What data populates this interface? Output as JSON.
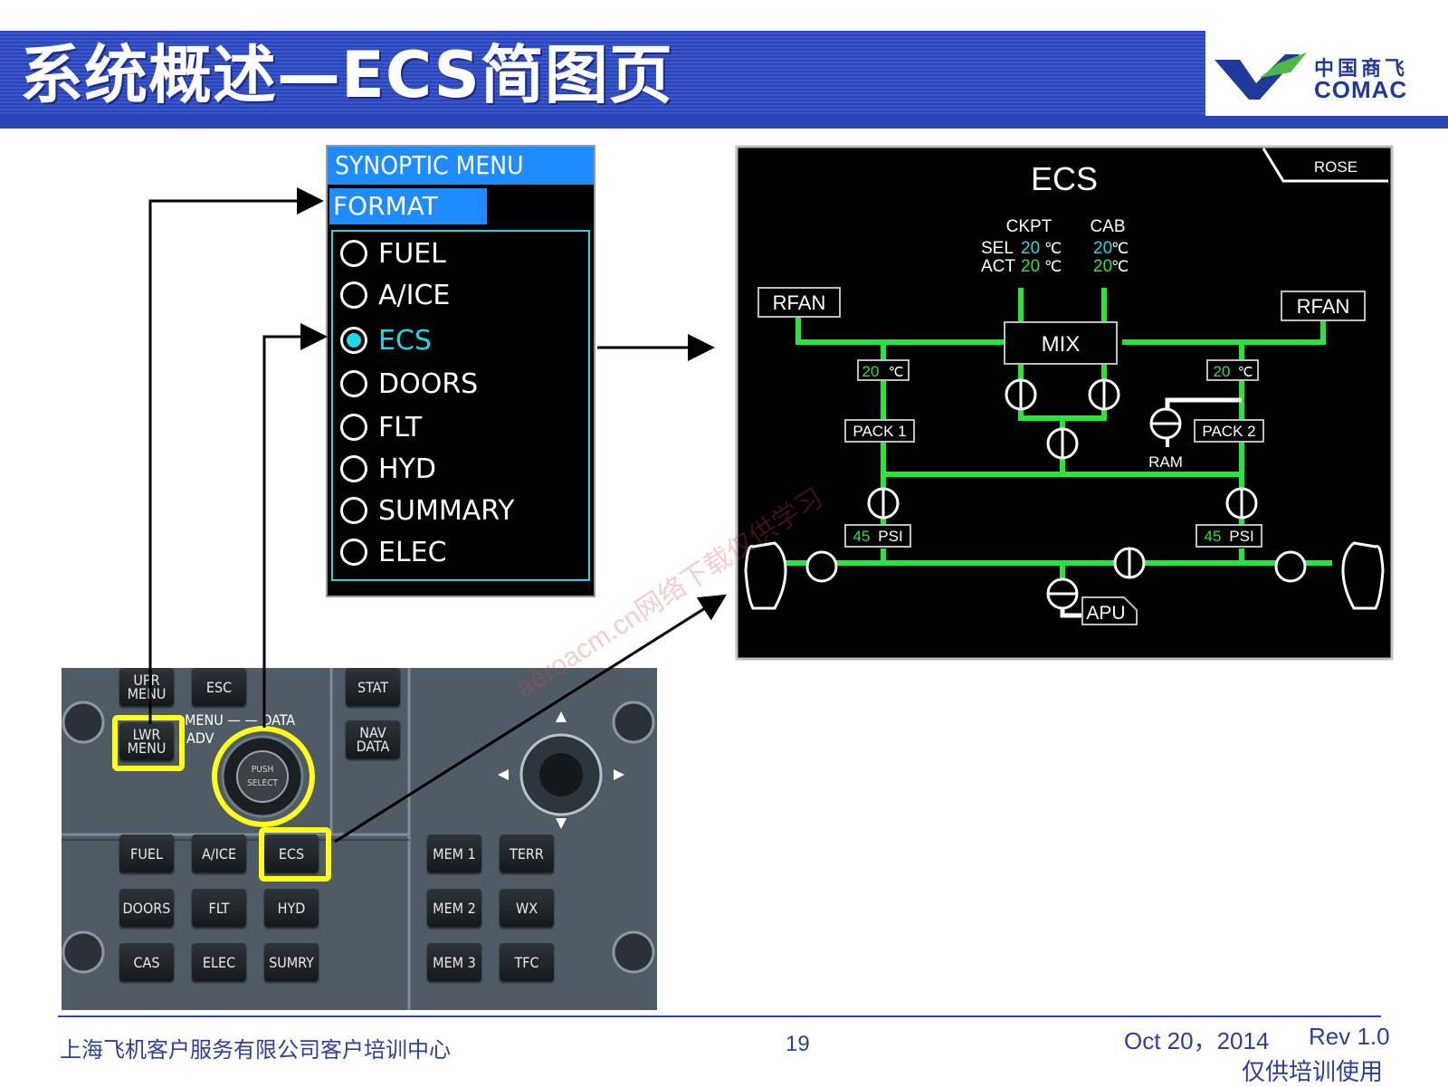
{
  "header": {
    "title": "系统概述—ECS简图页",
    "logo_cn": "中国商飞",
    "logo_en": "COMAC"
  },
  "menu": {
    "title": "SYNOPTIC  MENU",
    "format": "FORMAT",
    "items": [
      {
        "label": "FUEL",
        "selected": false
      },
      {
        "label": "A/ICE",
        "selected": false
      },
      {
        "label": "ECS",
        "selected": true
      },
      {
        "label": "DOORS",
        "selected": false
      },
      {
        "label": "FLT",
        "selected": false
      },
      {
        "label": "HYD",
        "selected": false
      },
      {
        "label": "SUMMARY",
        "selected": false
      },
      {
        "label": "ELEC",
        "selected": false
      }
    ]
  },
  "ecs": {
    "title": "ECS",
    "rose": "ROSE",
    "ckpt": "CKPT",
    "cab": "CAB",
    "sel": "SEL",
    "act": "ACT",
    "ckpt_sel": "20",
    "ckpt_act": "20",
    "cab_sel": "20",
    "cab_act": "20",
    "unit": "℃",
    "rfan_left": "RFAN",
    "rfan_right": "RFAN",
    "mix": "MIX",
    "pack1": "PACK 1",
    "pack2": "PACK 2",
    "pack1_temp": "20",
    "pack2_temp": "20",
    "ram": "RAM",
    "psi_left": "45",
    "psi_right": "45",
    "psi_unit": "PSI",
    "apu": "APU",
    "colors": {
      "line": "#22e83a",
      "cyan": "#1ed9e6",
      "bg": "#000000"
    }
  },
  "panel": {
    "upr_menu": "UPR MENU",
    "esc": "ESC",
    "lwr_menu": "LWR MENU",
    "menu_adv": "MENU — — DATA",
    "adv": "ADV",
    "knob": "PUSH SELECT",
    "stat": "STAT",
    "nav_data": "NAV DATA",
    "fuel": "FUEL",
    "aice": "A/ICE",
    "ecs": "ECS",
    "doors": "DOORS",
    "flt": "FLT",
    "hyd": "HYD",
    "cas": "CAS",
    "elec": "ELEC",
    "sumry": "SUMRY",
    "mem1": "MEM 1",
    "mem2": "MEM 2",
    "mem3": "MEM 3",
    "terr": "TERR",
    "wx": "WX",
    "tfc": "TFC",
    "highlight_color": "#ffff1a"
  },
  "watermark": "aeroacm.cn网络下载仅供学习",
  "footer": {
    "left": "上海飞机客户服务有限公司客户培训中心",
    "page": "19",
    "date": "Oct 20，2014",
    "rev": "Rev 1.0",
    "note": "仅供培训使用"
  }
}
